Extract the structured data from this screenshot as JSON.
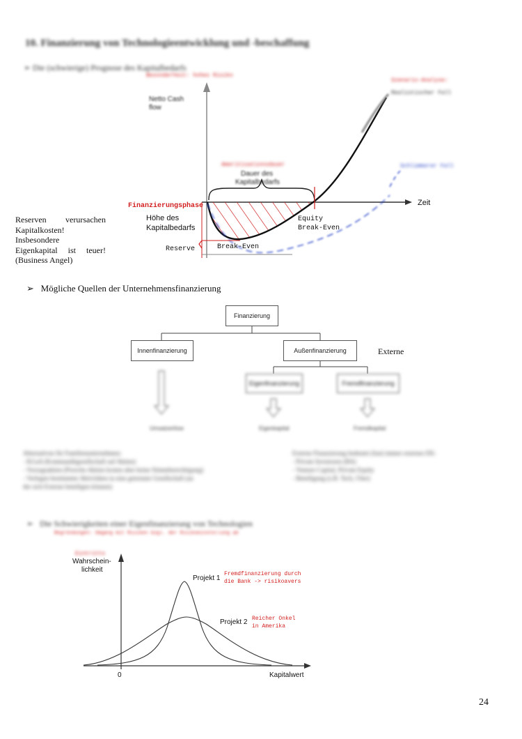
{
  "page": {
    "heading": "10. Finanzierung von Technologieentwicklung und -beschaffung",
    "subheading": "➢ Die (schwierige) Prognose des Kapitalbedarfs",
    "page_number": "24"
  },
  "chart1": {
    "red_top_left": "Besonderheit: hohes Risiko",
    "y_label_line1": "Netto Cash",
    "y_label_line2": "flow",
    "x_label": "Zeit",
    "scenario_label": "Szenario-Analyse:",
    "realistic_case": "Realistischer Fall",
    "worse_case": "Schlimmerer Fall",
    "red_mid": "Ameritisationsdauer",
    "duration_line1": "Dauer des",
    "duration_line2": "Kapitalbedarfs",
    "finanzierungsphase": "Finanzierungsphase",
    "hoehe_line1": "Höhe des",
    "hoehe_line2": "Kapitalbedarfs",
    "equity_line1": "Equity",
    "equity_line2": "Break-Even",
    "reserve": "Reserve",
    "break_even": "Break-Even"
  },
  "side_note": {
    "lines": [
      "Reserven verursachen",
      "Kapitalkosten!",
      "Insbesondere",
      "Eigenkapital ist teuer!",
      "(Business Angel)"
    ]
  },
  "sources": {
    "bullet": "➢",
    "title": "Mögliche Quellen der Unternehmensfinanzierung",
    "root": "Finanzierung",
    "inner": "Innenfinanzierung",
    "outer": "Außenfinanzierung",
    "externe": "Externe",
    "equity": "Eigenfinanzierung",
    "debt": "Fremdfinanzierung",
    "inner_result": "Umsatzerlöse",
    "equity_result": "Eigenkapital",
    "debt_result": "Fremdkapital"
  },
  "paragraph_left": [
    "Alternativen für Familienunternehmen:",
    "- KGaA (Kommanditgesellschaft auf Aktien)",
    "- Vorzugsaktien (Porsche-Aktien kosten aber keine Stimmberechtigung)",
    "- Verlegen bestimmter Aktivitäten in eine getrennte Gesellschaft (an",
    "der sich Externe beteiligen können)"
  ],
  "paragraph_right": [
    "Externe Finanzierung bedeutet (fast) immer externes EK:",
    "-      Private Investoren (BA)",
    "-      Venture Capital, Private Equity",
    "-      Beteiligung (z.B. Tech, Uber)"
  ],
  "section3": {
    "bullet": "➢",
    "title": "Die Schwierigkeiten einer Eigenfinanzierung von Technologien",
    "red_subtitle": "Begründungen: Umgang mit Risiken bzgl. der Risikoeinstellung ab"
  },
  "chart2": {
    "red_label": "Eintritts",
    "y_label_line1": "Wahrschein-",
    "y_label_line2": "lichkeit",
    "x_label": "Kapitalwert",
    "zero": "0",
    "project1": "Projekt 1",
    "project2": "Projekt 2",
    "note1_line1": "Fremdfinanzierung durch",
    "note1_line2": "die Bank -> risikoavers",
    "note2_line1": "Reicher Onkel",
    "note2_line2": "in Amerika"
  }
}
